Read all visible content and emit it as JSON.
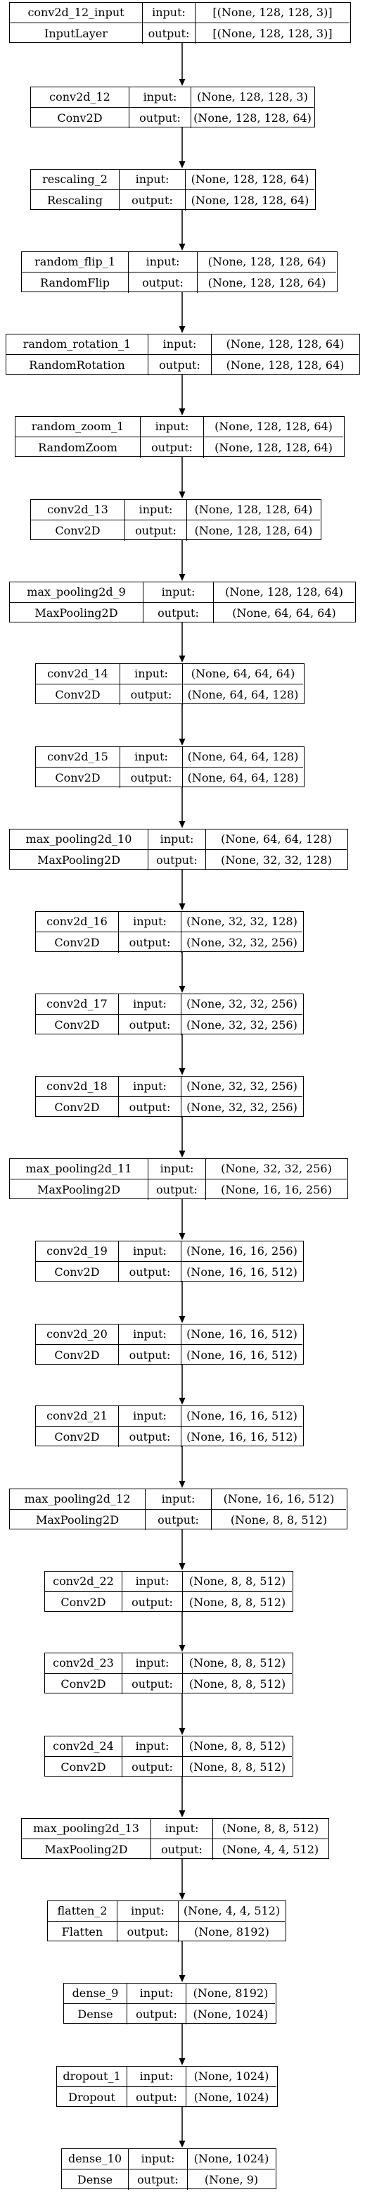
{
  "labels": {
    "input": "input:",
    "output": "output:"
  },
  "layers": [
    {
      "name": "conv2d_12_input",
      "type": "InputLayer",
      "input": "[(None, 128, 128, 3)]",
      "output": "[(None, 128, 128, 3)]"
    },
    {
      "name": "conv2d_12",
      "type": "Conv2D",
      "input": "(None, 128, 128, 3)",
      "output": "(None, 128, 128, 64)"
    },
    {
      "name": "rescaling_2",
      "type": "Rescaling",
      "input": "(None, 128, 128, 64)",
      "output": "(None, 128, 128, 64)"
    },
    {
      "name": "random_flip_1",
      "type": "RandomFlip",
      "input": "(None, 128, 128, 64)",
      "output": "(None, 128, 128, 64)"
    },
    {
      "name": "random_rotation_1",
      "type": "RandomRotation",
      "input": "(None, 128, 128, 64)",
      "output": "(None, 128, 128, 64)"
    },
    {
      "name": "random_zoom_1",
      "type": "RandomZoom",
      "input": "(None, 128, 128, 64)",
      "output": "(None, 128, 128, 64)"
    },
    {
      "name": "conv2d_13",
      "type": "Conv2D",
      "input": "(None, 128, 128, 64)",
      "output": "(None, 128, 128, 64)"
    },
    {
      "name": "max_pooling2d_9",
      "type": "MaxPooling2D",
      "input": "(None, 128, 128, 64)",
      "output": "(None, 64, 64, 64)"
    },
    {
      "name": "conv2d_14",
      "type": "Conv2D",
      "input": "(None, 64, 64, 64)",
      "output": "(None, 64, 64, 128)"
    },
    {
      "name": "conv2d_15",
      "type": "Conv2D",
      "input": "(None, 64, 64, 128)",
      "output": "(None, 64, 64, 128)"
    },
    {
      "name": "max_pooling2d_10",
      "type": "MaxPooling2D",
      "input": "(None, 64, 64, 128)",
      "output": "(None, 32, 32, 128)"
    },
    {
      "name": "conv2d_16",
      "type": "Conv2D",
      "input": "(None, 32, 32, 128)",
      "output": "(None, 32, 32, 256)"
    },
    {
      "name": "conv2d_17",
      "type": "Conv2D",
      "input": "(None, 32, 32, 256)",
      "output": "(None, 32, 32, 256)"
    },
    {
      "name": "conv2d_18",
      "type": "Conv2D",
      "input": "(None, 32, 32, 256)",
      "output": "(None, 32, 32, 256)"
    },
    {
      "name": "max_pooling2d_11",
      "type": "MaxPooling2D",
      "input": "(None, 32, 32, 256)",
      "output": "(None, 16, 16, 256)"
    },
    {
      "name": "conv2d_19",
      "type": "Conv2D",
      "input": "(None, 16, 16, 256)",
      "output": "(None, 16, 16, 512)"
    },
    {
      "name": "conv2d_20",
      "type": "Conv2D",
      "input": "(None, 16, 16, 512)",
      "output": "(None, 16, 16, 512)"
    },
    {
      "name": "conv2d_21",
      "type": "Conv2D",
      "input": "(None, 16, 16, 512)",
      "output": "(None, 16, 16, 512)"
    },
    {
      "name": "max_pooling2d_12",
      "type": "MaxPooling2D",
      "input": "(None, 16, 16, 512)",
      "output": "(None, 8, 8, 512)"
    },
    {
      "name": "conv2d_22",
      "type": "Conv2D",
      "input": "(None, 8, 8, 512)",
      "output": "(None, 8, 8, 512)"
    },
    {
      "name": "conv2d_23",
      "type": "Conv2D",
      "input": "(None, 8, 8, 512)",
      "output": "(None, 8, 8, 512)"
    },
    {
      "name": "conv2d_24",
      "type": "Conv2D",
      "input": "(None, 8, 8, 512)",
      "output": "(None, 8, 8, 512)"
    },
    {
      "name": "max_pooling2d_13",
      "type": "MaxPooling2D",
      "input": "(None, 8, 8, 512)",
      "output": "(None, 4, 4, 512)"
    },
    {
      "name": "flatten_2",
      "type": "Flatten",
      "input": "(None, 4, 4, 512)",
      "output": "(None, 8192)"
    },
    {
      "name": "dense_9",
      "type": "Dense",
      "input": "(None, 8192)",
      "output": "(None, 1024)"
    },
    {
      "name": "dropout_1",
      "type": "Dropout",
      "input": "(None, 1024)",
      "output": "(None, 1024)"
    },
    {
      "name": "dense_10",
      "type": "Dense",
      "input": "(None, 1024)",
      "output": "(None, 9)"
    }
  ]
}
